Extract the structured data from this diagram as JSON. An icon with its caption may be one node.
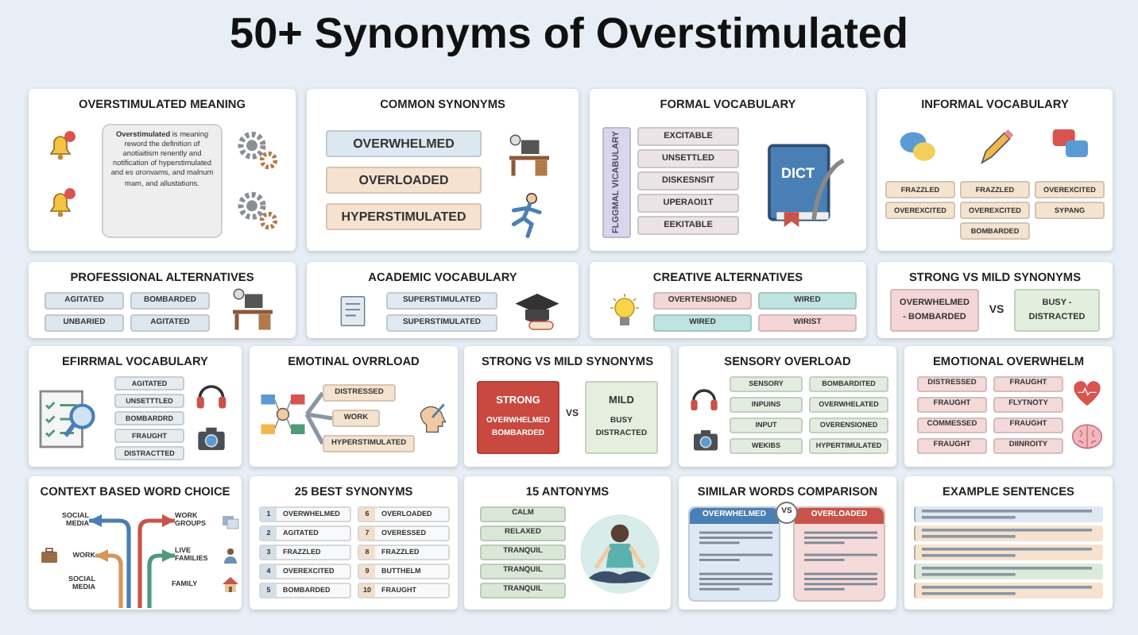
{
  "diagram": {
    "title": "50+ Synonyms of Overstimulated",
    "nodes": [
      {
        "text": [
          "OVERSTIMULATED MEANING"
        ]
      },
      {
        "text": [
          "**Overstimulated** is meaning reword the definition of anotiaitism renently and notification of hyperstimulated and es oronvams, and malnum mam, and allustations."
        ],
        "in": 0
      },
      {
        "text": [
          "COMMON SYNONYMS"
        ]
      },
      {
        "text": [
          "OVERWHELMED"
        ],
        "in": 2
      },
      {
        "text": [
          "OVERLOADED"
        ],
        "in": 2
      },
      {
        "text": [
          "HYPERSTIMULATED"
        ],
        "in": 2
      },
      {
        "text": [
          "FORMAL VOCABULARY"
        ]
      },
      {
        "text": [
          "FLGGMAL VICABULARY"
        ],
        "in": 6
      },
      {
        "text": [
          "EXCITABLE"
        ],
        "in": 6
      },
      {
        "text": [
          "UNSETTLED"
        ],
        "in": 6
      },
      {
        "text": [
          "DISKESNSIT"
        ],
        "in": 6
      },
      {
        "text": [
          "UPERAOI1T"
        ],
        "in": 6
      },
      {
        "text": [
          "EEKITABLE"
        ],
        "in": 6
      },
      {
        "text": [
          "INFORMAL VOCABULARY"
        ]
      },
      {
        "text": [
          "FRAZZLED"
        ],
        "in": 13
      },
      {
        "text": [
          "FRAZZLED"
        ],
        "in": 13
      },
      {
        "text": [
          "OVEREXCITED"
        ],
        "in": 13
      },
      {
        "text": [
          "OVEREXCITED"
        ],
        "in": 13
      },
      {
        "text": [
          "OVEREXCITED"
        ],
        "in": 13
      },
      {
        "text": [
          "SYPANG"
        ],
        "in": 13
      },
      {
        "text": [
          "BOMBARDED"
        ],
        "in": 13
      },
      {
        "text": [
          "PROFESSIONAL ALTERNATIVES"
        ]
      },
      {
        "text": [
          "AGITATED"
        ],
        "in": 21
      },
      {
        "text": [
          "BOMBARDED"
        ],
        "in": 21
      },
      {
        "text": [
          "UNBARIED"
        ],
        "in": 21
      },
      {
        "text": [
          "AGITATED"
        ],
        "in": 21
      },
      {
        "text": [
          "ACADEMIC VOCABULARY"
        ]
      },
      {
        "text": [
          "SUPERSTIMULATED"
        ],
        "in": 26
      },
      {
        "text": [
          "SUPERSTIMULATED"
        ],
        "in": 26
      },
      {
        "text": [
          "CREATIVE ALTERNATIVES"
        ]
      },
      {
        "text": [
          "OVERTENSIONED"
        ],
        "in": 29
      },
      {
        "text": [
          "WIRED"
        ],
        "in": 29
      },
      {
        "text": [
          "WIRED"
        ],
        "in": 29
      },
      {
        "text": [
          "WIRIST"
        ],
        "in": 29
      },
      {
        "text": [
          "STRONG VS MILD SYNONYMS"
        ]
      },
      {
        "text": [
          "OVERWHELMED - BOMBARDED"
        ],
        "in": 34
      },
      {
        "text": [
          "BUSY - DISTRACTED"
        ],
        "in": 34
      },
      {
        "text": [
          "EFIRRMAL VOCABULARY"
        ]
      },
      {
        "text": [
          "AGITATED"
        ],
        "in": 37
      },
      {
        "text": [
          "UNSETTTLED"
        ],
        "in": 37
      },
      {
        "text": [
          "BOMBARDRD"
        ],
        "in": 37
      },
      {
        "text": [
          "FRAUGHT"
        ],
        "in": 37
      },
      {
        "text": [
          "DISTRACTTED"
        ],
        "in": 37
      },
      {
        "text": [
          "EMOTINAL OVRRLOAD"
        ]
      },
      {
        "text": [],
        "shape": "picture",
        "in": 43
      },
      {
        "text": [
          "DISTRESSED"
        ],
        "in": 43
      },
      {
        "text": [
          "WORK"
        ],
        "in": 43
      },
      {
        "text": [
          "HYPERSTIMULATED"
        ],
        "in": 43
      },
      {
        "text": [
          "STRONG VS MILD SYNONYMS"
        ]
      },
      {
        "text": [
          "STRONG",
          "OVERWHELMED BOMBARDED"
        ],
        "in": 48
      },
      {
        "text": [
          "MILD",
          "BUSY DISTRACTED"
        ],
        "in": 48
      },
      {
        "text": [
          "SENSORY OVERLOAD"
        ]
      },
      {
        "text": [
          "SENSORY"
        ],
        "in": 51
      },
      {
        "text": [
          "BOMBARDITED"
        ],
        "in": 51
      },
      {
        "text": [
          "INPUINS"
        ],
        "in": 51
      },
      {
        "text": [
          "OVERWHELATED"
        ],
        "in": 51
      },
      {
        "text": [
          "INPUT"
        ],
        "in": 51
      },
      {
        "text": [
          "OVERENSIONED"
        ],
        "in": 51
      },
      {
        "text": [
          "WEKIBS"
        ],
        "in": 51
      },
      {
        "text": [
          "HYPERTIMULATED"
        ],
        "in": 51
      },
      {
        "text": [
          "EMOTIONAL OVERWHELM"
        ]
      },
      {
        "text": [
          "DISTRESSED"
        ],
        "in": 60
      },
      {
        "text": [
          "FRAUGHT"
        ],
        "in": 60
      },
      {
        "text": [
          "FRAUGHT"
        ],
        "in": 60
      },
      {
        "text": [
          "FLYTNOTY"
        ],
        "in": 60
      },
      {
        "text": [
          "COMMESSED"
        ],
        "in": 60
      },
      {
        "text": [
          "FRAUGHT"
        ],
        "in": 60
      },
      {
        "text": [
          "FRAUGHT"
        ],
        "in": 60
      },
      {
        "text": [
          "DIINROITY"
        ],
        "in": 60
      },
      {
        "text": [
          "CONTEXT BASED WORD CHOICE"
        ]
      },
      {
        "text": [
          "SOCIAL MEDIA"
        ],
        "in": 69
      },
      {
        "text": [
          "WORK GROUPS"
        ],
        "in": 69
      },
      {
        "text": [
          "WORK"
        ],
        "in": 69
      },
      {
        "text": [
          "LIVE FAMILIES"
        ],
        "in": 69
      },
      {
        "text": [
          "SOCIAL MEDIA"
        ],
        "in": 69
      },
      {
        "text": [
          "FAMILY"
        ],
        "in": 69
      },
      {
        "text": [
          "25 BEST SYNONYMS"
        ]
      },
      {
        "text": [
          "1",
          "OVERWHELMED"
        ],
        "in": 76
      },
      {
        "text": [
          "6",
          "OVERLOADED"
        ],
        "in": 76
      },
      {
        "text": [
          "2",
          "AGITATED"
        ],
        "in": 76
      },
      {
        "text": [
          "7",
          "OVERESSED"
        ],
        "in": 76
      },
      {
        "text": [
          "3",
          "FRAZZLED"
        ],
        "in": 76
      },
      {
        "text": [
          "8",
          "FRAZZLED"
        ],
        "in": 76
      },
      {
        "text": [
          "4",
          "OVEREXCITED"
        ],
        "in": 76
      },
      {
        "text": [
          "9",
          "BUTTHELM"
        ],
        "in": 76
      },
      {
        "text": [
          "5",
          "BOMBARDED"
        ],
        "in": 76
      },
      {
        "text": [
          "10",
          "FRAUGHT"
        ],
        "in": 76
      },
      {
        "text": [
          "15 ANTONYMS"
        ]
      },
      {
        "text": [
          "CALM"
        ],
        "in": 87
      },
      {
        "text": [
          "RELAXED"
        ],
        "in": 87
      },
      {
        "text": [
          "TRANQUIL"
        ],
        "in": 87
      },
      {
        "text": [
          "TRANQUIL"
        ],
        "in": 87
      },
      {
        "text": [
          "TRANQUIL"
        ],
        "in": 87
      },
      {
        "text": [
          "SIMILAR WORDS COMPARISON"
        ]
      },
      {
        "text": [
          "OVERWHELMED"
        ],
        "in": 93
      },
      {
        "text": [
          "VS"
        ],
        "in": 93
      },
      {
        "text": [
          "OVERLOADED"
        ],
        "in": 93
      },
      {
        "text": [
          "EXAMPLE SENTENCES"
        ]
      },
      {
        "text": [],
        "shape": "box",
        "in": 97
      },
      {
        "text": [],
        "shape": "box",
        "in": 97
      },
      {
        "text": [],
        "shape": "box",
        "in": 97
      },
      {
        "text": [],
        "shape": "box",
        "in": 97
      },
      {
        "text": [],
        "shape": "box",
        "in": 97
      }
    ],
    "edges": [
      {
        "from": 44,
        "to": 45,
        "arrow": "none"
      },
      {
        "from": 44,
        "to": 46,
        "arrow": "none"
      },
      {
        "from": 44,
        "to": 47,
        "arrow": "none"
      },
      {
        "from": null,
        "to": 70,
        "arrow": "to",
        "color": "#4a7fb5"
      },
      {
        "from": null,
        "to": 71,
        "arrow": "to",
        "color": "#c9534a"
      },
      {
        "from": null,
        "to": 72,
        "arrow": "to",
        "color": "#d9955a"
      },
      {
        "from": null,
        "to": 73,
        "arrow": "to",
        "color": "#4f9a7a"
      }
    ],
    "labels": [
      "DICT",
      "VS",
      "VS"
    ]
  }
}
